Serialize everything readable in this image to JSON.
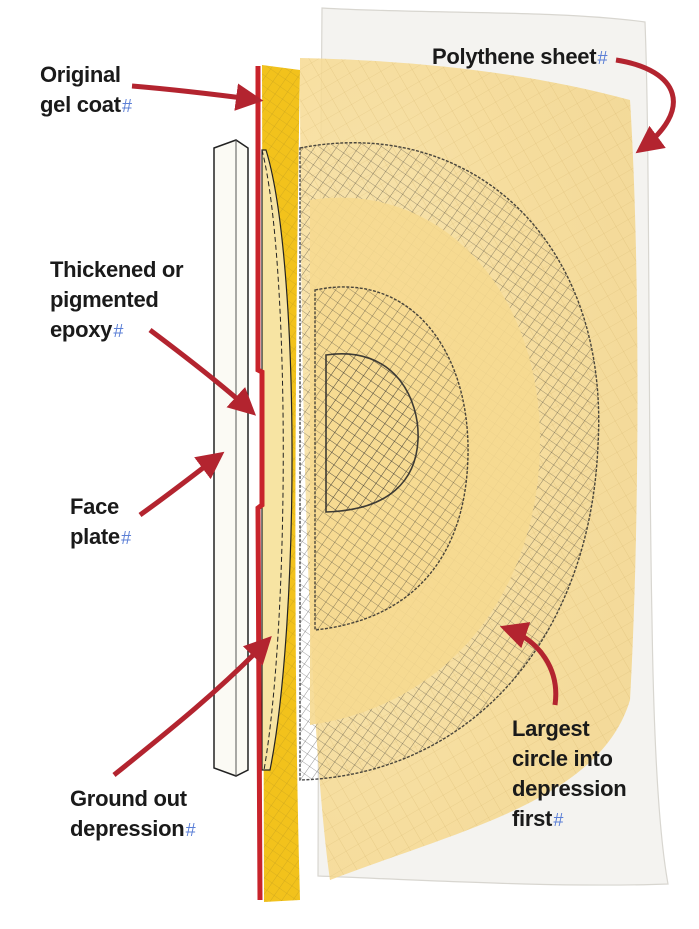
{
  "diagram": {
    "labels": {
      "original_gel_coat": [
        "Original",
        "gel coat"
      ],
      "polythene_sheet": [
        "Polythene sheet"
      ],
      "thickened_epoxy": [
        "Thickened or",
        "pigmented",
        "epoxy"
      ],
      "face_plate": [
        "Face",
        "plate"
      ],
      "ground_out_depression": [
        "Ground out",
        "depression"
      ],
      "largest_circle": [
        "Largest",
        "circle into",
        "depression",
        "first"
      ]
    },
    "paragraph_mark": "#",
    "colors": {
      "arrow": "#b3242f",
      "gel_coat_red": "#c8232b",
      "laminate_yellow": "#f2c21c",
      "epoxy_wash": "#f6d98f",
      "polythene_sheet": "#f4f3f0",
      "hatch_ink": "#2b2b2b"
    }
  }
}
